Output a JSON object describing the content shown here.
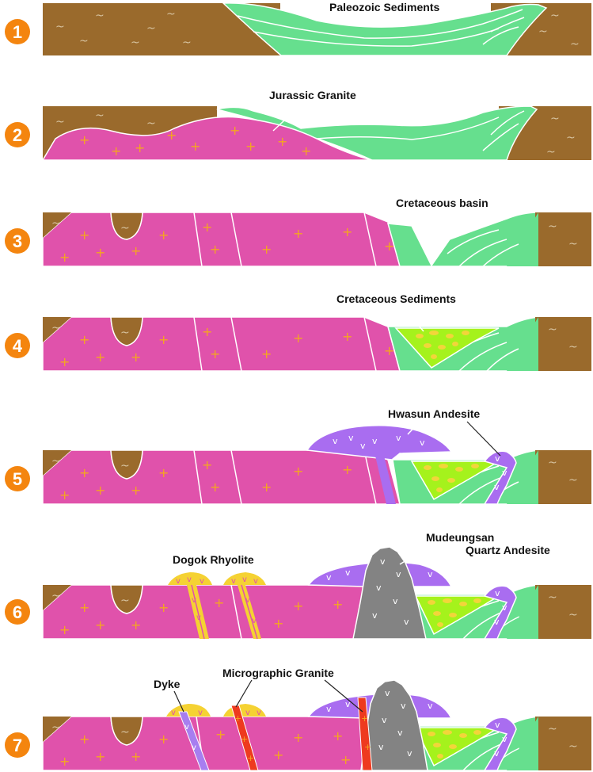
{
  "stages": [
    {
      "number": "1",
      "labels": [
        "Paleozoic Sediments"
      ]
    },
    {
      "number": "2",
      "labels": [
        "Jurassic Granite"
      ]
    },
    {
      "number": "3",
      "labels": [
        "Cretaceous basin"
      ]
    },
    {
      "number": "4",
      "labels": [
        "Cretaceous Sediments"
      ]
    },
    {
      "number": "5",
      "labels": [
        "Hwasun Andesite"
      ]
    },
    {
      "number": "6",
      "labels": [
        "Dogok Rhyolite",
        "Mudeungsan",
        "Quartz Andesite"
      ]
    },
    {
      "number": "7",
      "labels": [
        "Dyke",
        "Micrographic Granite"
      ]
    }
  ],
  "colors": {
    "basement": "#9a6a2c",
    "paleozoic": "#66df8e",
    "granite": "#e052ab",
    "cretaceous_sed": "#a5f21c",
    "andesite": "#a96df0",
    "quartz_andesite": "#838383",
    "rhyolite": "#f5d233",
    "dyke": "#a77ef0",
    "micrographic_granite": "#ee3a1f",
    "badge": "#f4850f"
  }
}
